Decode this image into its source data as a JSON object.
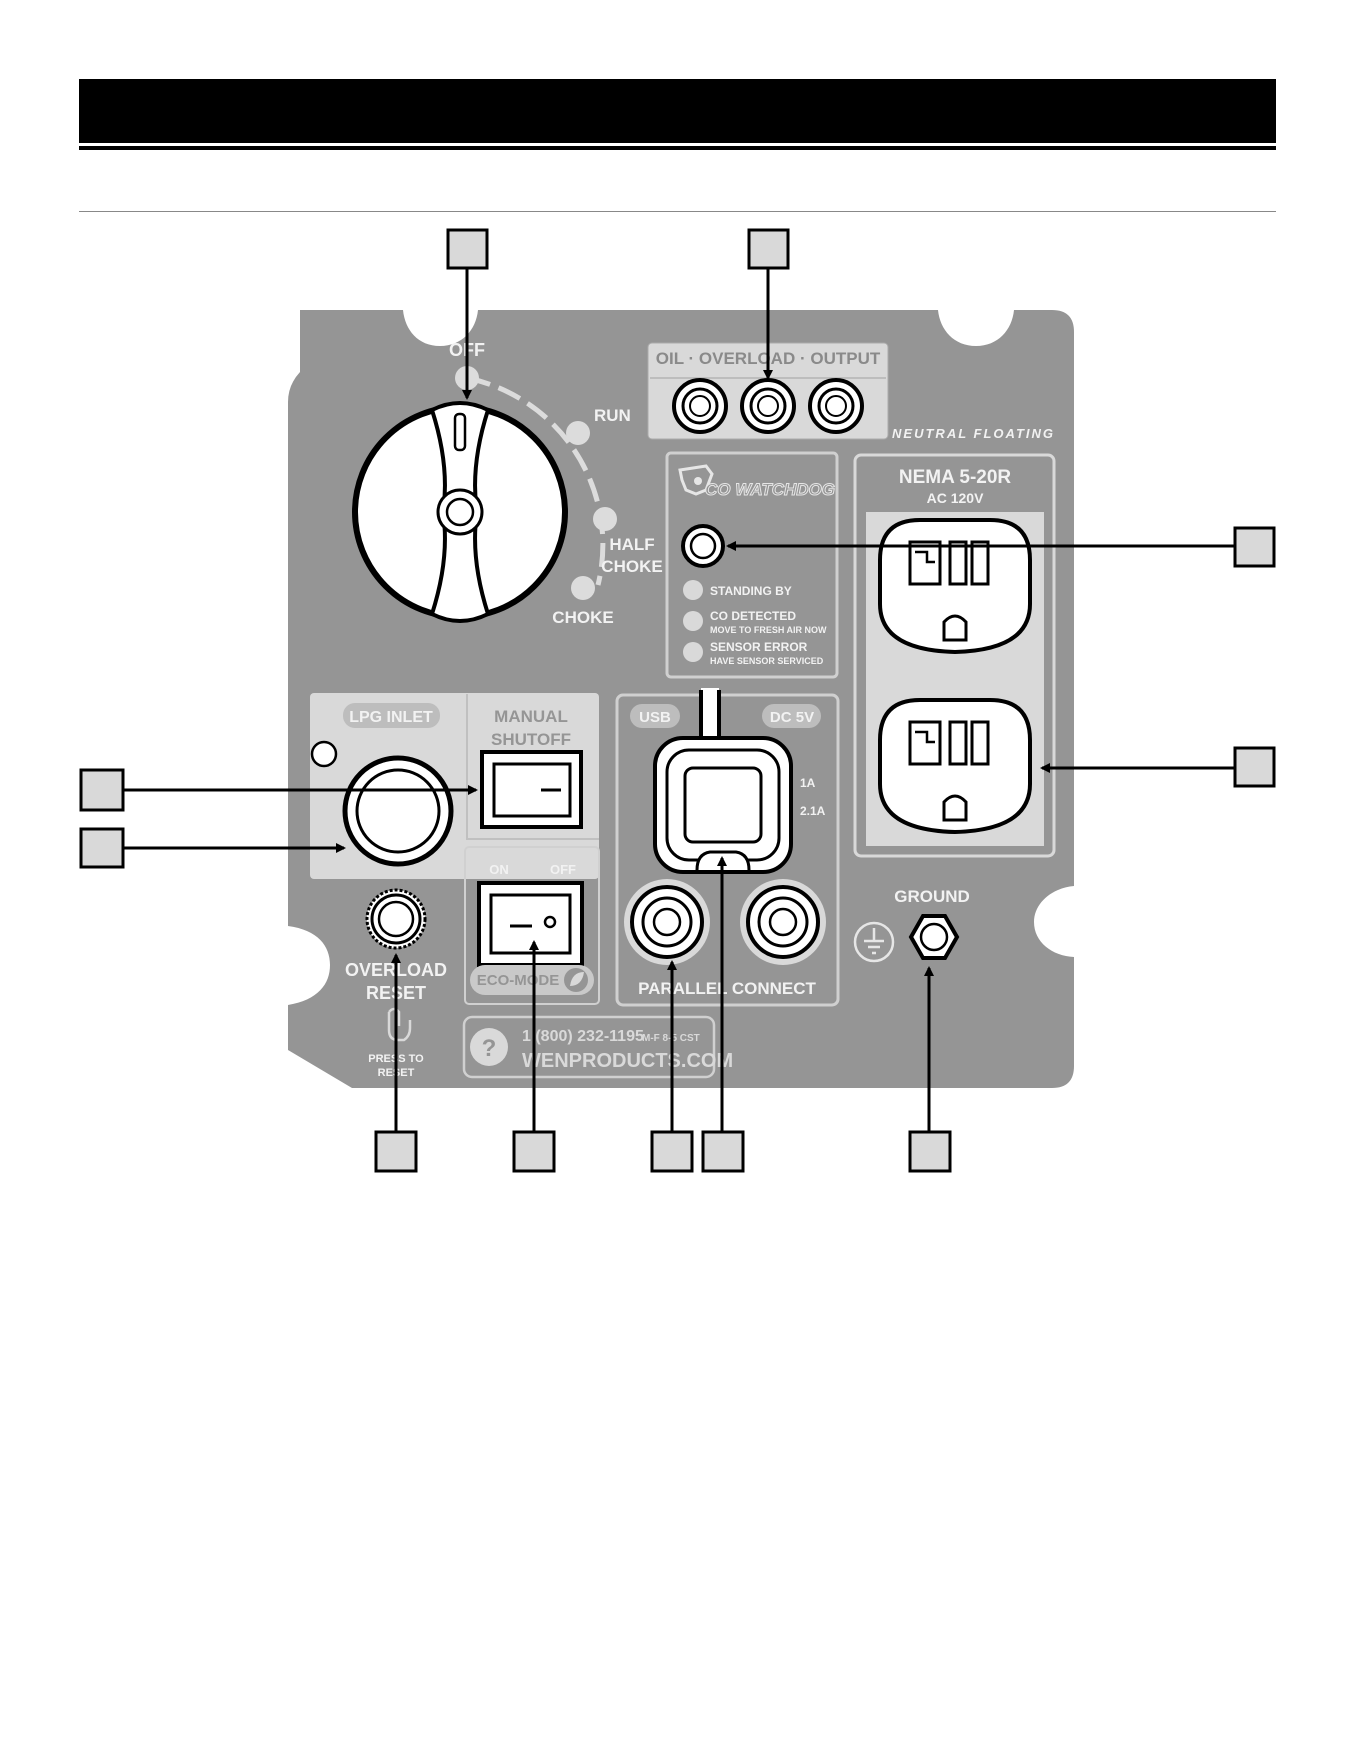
{
  "panel": {
    "dial": {
      "off": "OFF",
      "run": "RUN",
      "half_choke_1": "HALF",
      "half_choke_2": "CHOKE",
      "choke": "CHOKE"
    },
    "indicators": {
      "label": "OIL · OVERLOAD · OUTPUT"
    },
    "neutral_floating": "NEUTRAL FLOATING",
    "co_watchdog": {
      "brand": "CO WATCHDOG",
      "standing_by": "STANDING BY",
      "co_detected": "CO DETECTED",
      "co_detected_sub": "MOVE TO FRESH AIR NOW",
      "sensor_error": "SENSOR ERROR",
      "sensor_error_sub": "HAVE SENSOR SERVICED"
    },
    "outlet": {
      "title": "NEMA 5-20R",
      "subtitle": "AC 120V"
    },
    "lpg_inlet": "LPG INLET",
    "manual_shutoff_1": "MANUAL",
    "manual_shutoff_2": "SHUTOFF",
    "eco": {
      "on": "ON",
      "off": "OFF",
      "mode": "ECO-MODE"
    },
    "usb": {
      "usb": "USB",
      "dc": "DC 5V",
      "a1": "1A",
      "a21": "2.1A"
    },
    "parallel_connect": "PARALLEL CONNECT",
    "ground": "GROUND",
    "overload_reset_1": "OVERLOAD",
    "overload_reset_2": "RESET",
    "press_to_reset_1": "PRESS TO",
    "press_to_reset_2": "RESET",
    "contact": {
      "question": "?",
      "phone": "1 (800) 232-1195",
      "hours": "M-F 8-5 CST",
      "website": "WENPRODUCTS.COM"
    }
  },
  "colors": {
    "panel": "#959595",
    "panel_light": "#d9d9d9",
    "text_light": "#f2f2f2",
    "text_dark": "#7a7a7a",
    "outline": "#000000"
  }
}
